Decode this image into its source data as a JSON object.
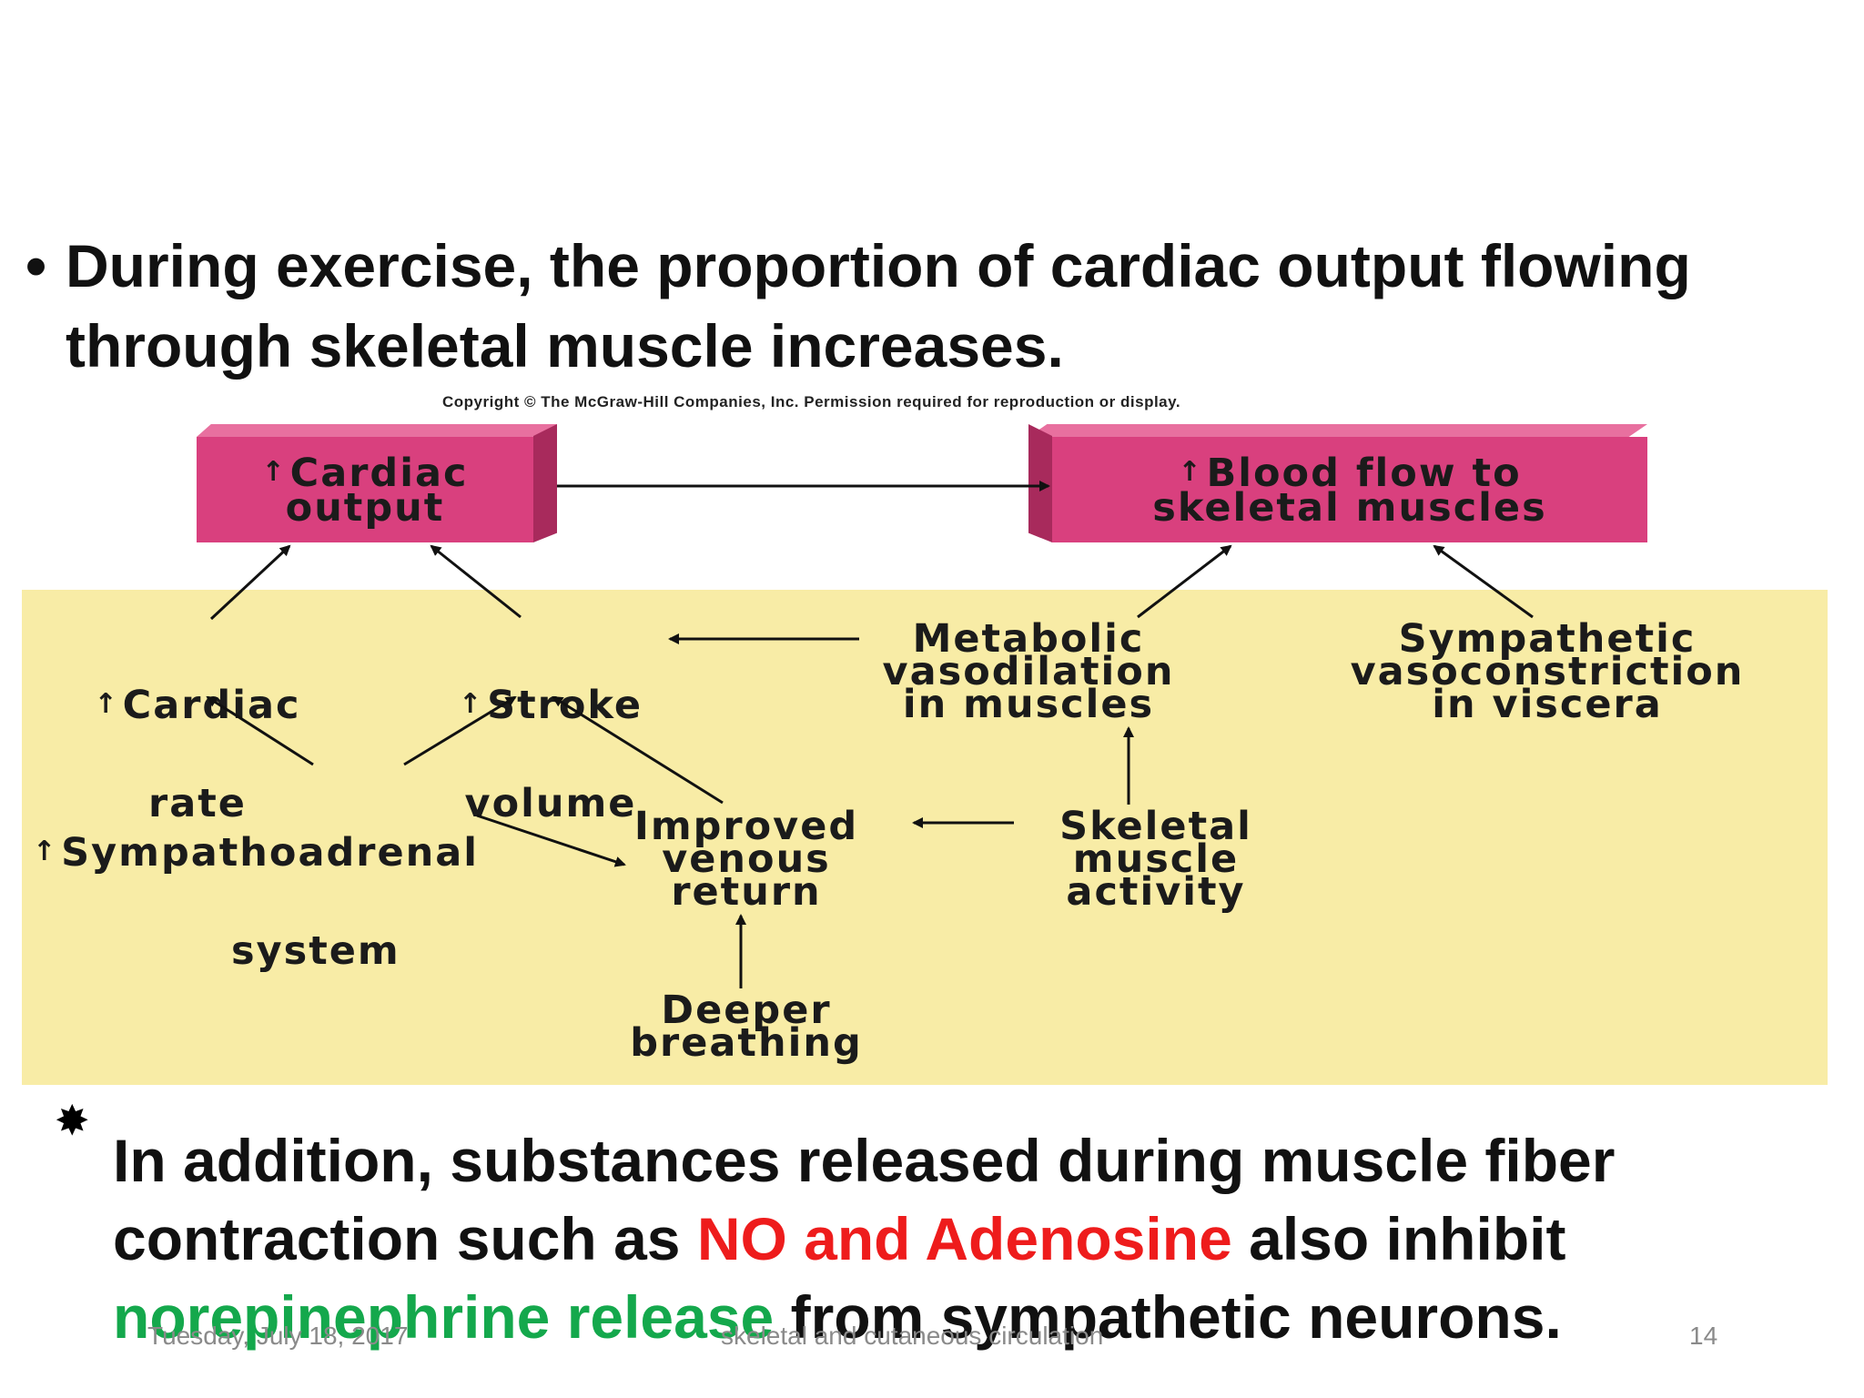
{
  "bullet": {
    "marker": "•",
    "text": "During exercise, the proportion of cardiac output flowing through skeletal muscle increases."
  },
  "figure": {
    "copyright": "Copyright © The McGraw-Hill Companies, Inc. Permission required for reproduction or display.",
    "boxes": {
      "cardiac_output": {
        "arrow": "↑",
        "line1": "Cardiac",
        "line2": "output"
      },
      "blood_flow": {
        "arrow": "↑",
        "line1": "Blood flow to",
        "line2": "skeletal muscles"
      }
    },
    "nodes": {
      "cardiac_rate": {
        "arrow": "↑",
        "line1": "Cardiac",
        "line2": "rate"
      },
      "stroke_volume": {
        "arrow": "↑",
        "line1": "Stroke",
        "line2": "volume"
      },
      "metabolic": "Metabolic\nvasodilation\nin muscles",
      "sympathetic": "Sympathetic\nvasoconstriction\nin viscera",
      "sympathoadrenal": {
        "arrow": "↑",
        "line1": "Sympathoadrenal",
        "line2": "system"
      },
      "venous_return": "Improved\nvenous\nreturn",
      "skeletal_activity": "Skeletal\nmuscle\nactivity",
      "deeper_breathing": "Deeper\nbreathing"
    }
  },
  "note": {
    "marker": "✸",
    "part1": "In addition, substances released during muscle fiber contraction such as ",
    "highlight_red": "NO and Adenosine",
    "part2": " also inhibit ",
    "highlight_green": "norepinephrine release",
    "part3": " from sympathetic neurons."
  },
  "footer": {
    "date": "Tuesday, July 18, 2017",
    "title": "skeletal and cutaneous circulation",
    "page": "14"
  },
  "colors": {
    "box_pink": "#d9407e",
    "panel_yellow": "#f8eca6",
    "highlight_red": "#ee1c1c",
    "highlight_green": "#14a84c"
  }
}
